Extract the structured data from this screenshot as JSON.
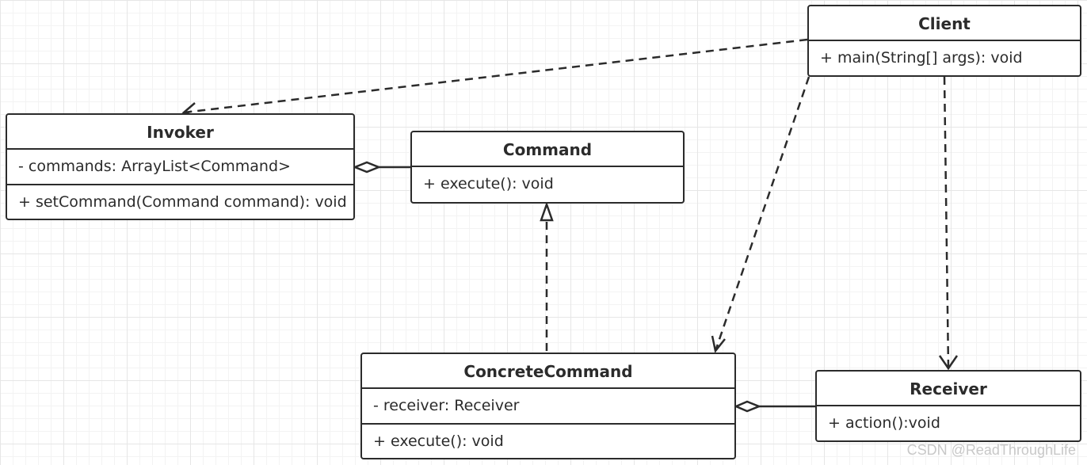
{
  "diagram": {
    "classes": {
      "client": {
        "name": "Client",
        "attributes": [],
        "methods": [
          "+ main(String[] args): void"
        ]
      },
      "invoker": {
        "name": "Invoker",
        "attributes": [
          "- commands: ArrayList<Command>"
        ],
        "methods": [
          "+ setCommand(Command command): void"
        ]
      },
      "command": {
        "name": "Command",
        "attributes": [],
        "methods": [
          "+ execute(): void"
        ]
      },
      "concrete_command": {
        "name": "ConcreteCommand",
        "attributes": [
          "- receiver: Receiver"
        ],
        "methods": [
          "+ execute(): void"
        ]
      },
      "receiver": {
        "name": "Receiver",
        "attributes": [],
        "methods": [
          "+ action():void"
        ]
      }
    },
    "relationships": [
      {
        "from": "Client",
        "to": "Invoker",
        "type": "dependency"
      },
      {
        "from": "Client",
        "to": "ConcreteCommand",
        "type": "dependency"
      },
      {
        "from": "Client",
        "to": "Receiver",
        "type": "dependency"
      },
      {
        "from": "Invoker",
        "to": "Command",
        "type": "aggregation"
      },
      {
        "from": "ConcreteCommand",
        "to": "Command",
        "type": "realization"
      },
      {
        "from": "ConcreteCommand",
        "to": "Receiver",
        "type": "aggregation"
      }
    ]
  },
  "watermark": "CSDN @ReadThroughLife",
  "colors": {
    "line": "#2b2b2b",
    "box_fill": "#ffffff",
    "grid": "#e6e6e6"
  }
}
